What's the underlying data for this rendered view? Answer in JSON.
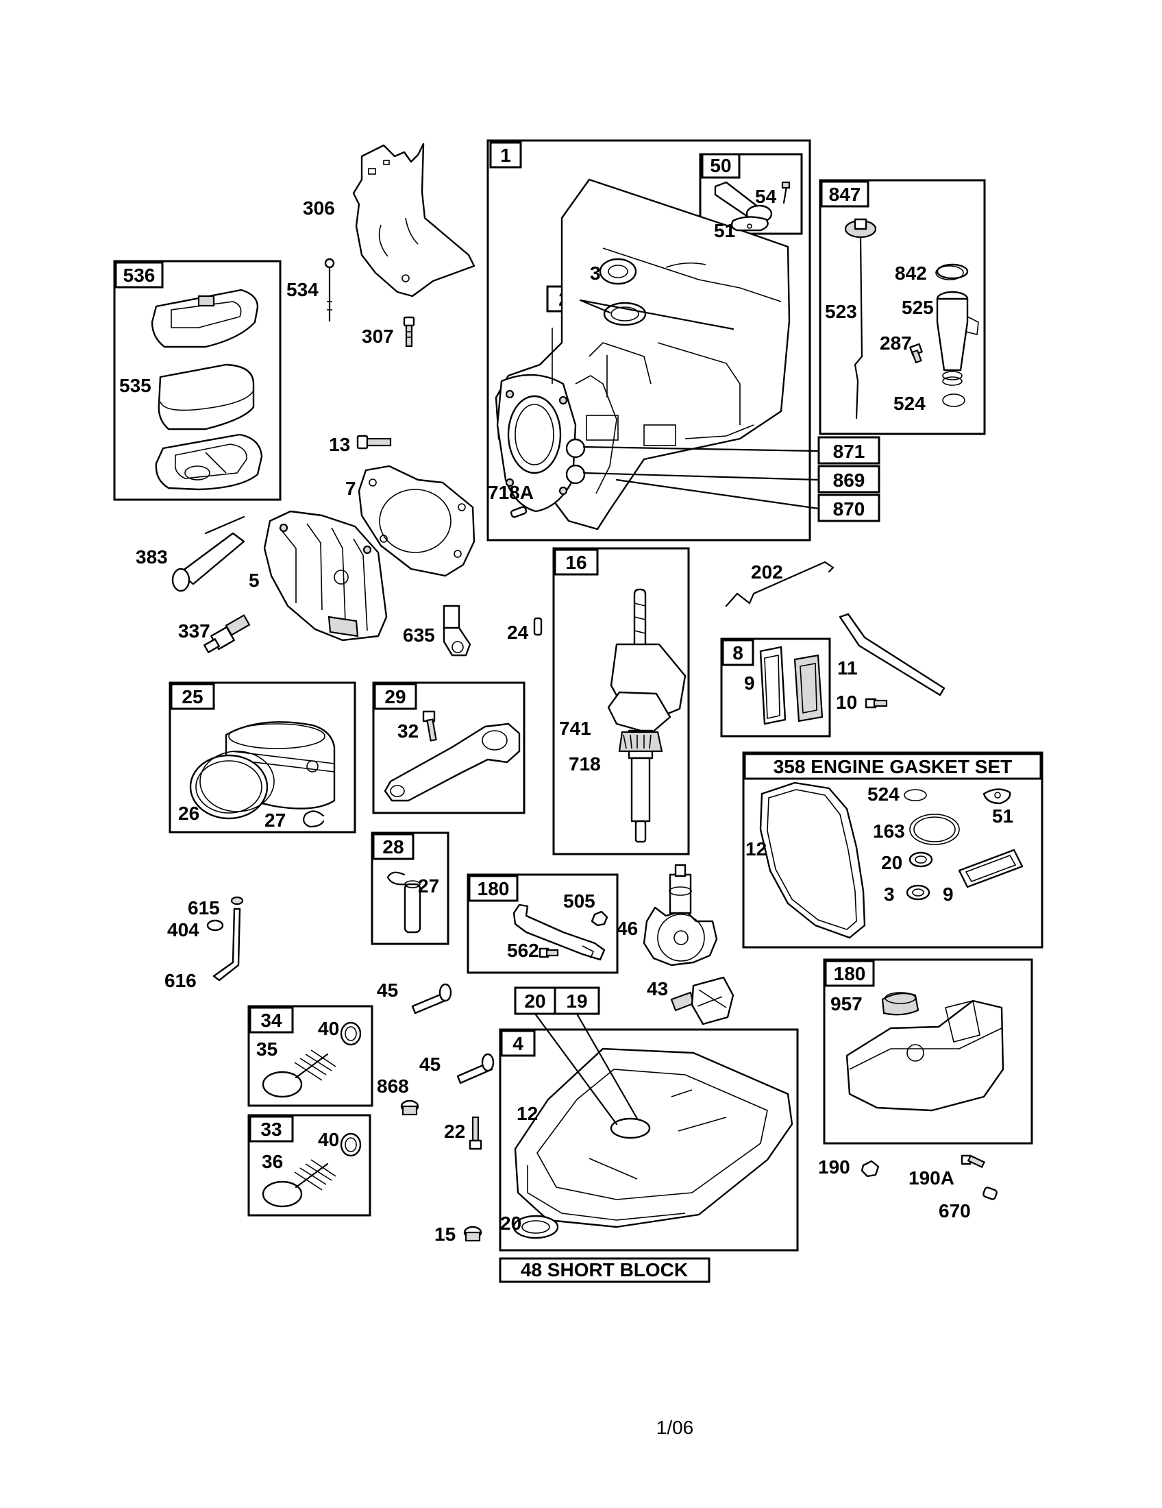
{
  "box_tags": {
    "b1": "1",
    "b50": "50",
    "b847": "847",
    "b536": "536",
    "b2": "2",
    "b871": "871",
    "b869": "869",
    "b870": "870",
    "b16": "16",
    "b8": "8",
    "b25": "25",
    "b29": "29",
    "b28": "28",
    "b180a": "180",
    "b180b": "180",
    "b34": "34",
    "b33": "33",
    "b20": "20",
    "b19": "19",
    "b4": "4"
  },
  "titles": {
    "gasket_set": "358 ENGINE GASKET SET",
    "short_block": "48 SHORT BLOCK"
  },
  "labels": {
    "l306": "306",
    "l54": "54",
    "l51a": "51",
    "l3a": "3",
    "l842": "842",
    "l523": "523",
    "l525": "525",
    "l287": "287",
    "l524a": "524",
    "l534": "534",
    "l307": "307",
    "l535": "535",
    "l13": "13",
    "l7": "7",
    "l718A": "718A",
    "l383": "383",
    "l5": "5",
    "l202": "202",
    "l337": "337",
    "l635": "635",
    "l24": "24",
    "l11": "11",
    "l9a": "9",
    "l10": "10",
    "l32": "32",
    "l741": "741",
    "l718": "718",
    "l26": "26",
    "l27a": "27",
    "l524b": "524",
    "l51b": "51",
    "l163": "163",
    "l12a": "12",
    "l20a": "20",
    "l3b": "3",
    "l9b": "9",
    "l27b": "27",
    "l505": "505",
    "l615": "615",
    "l404": "404",
    "l46": "46",
    "l562": "562",
    "l616": "616",
    "l45a": "45",
    "l43": "43",
    "l957": "957",
    "l40a": "40",
    "l35": "35",
    "l45b": "45",
    "l868": "868",
    "l12b": "12",
    "l22": "22",
    "l40b": "40",
    "l36": "36",
    "l190": "190",
    "l190A": "190A",
    "l670": "670",
    "l20b": "20",
    "l15": "15"
  },
  "footer": {
    "page": "1/06"
  }
}
